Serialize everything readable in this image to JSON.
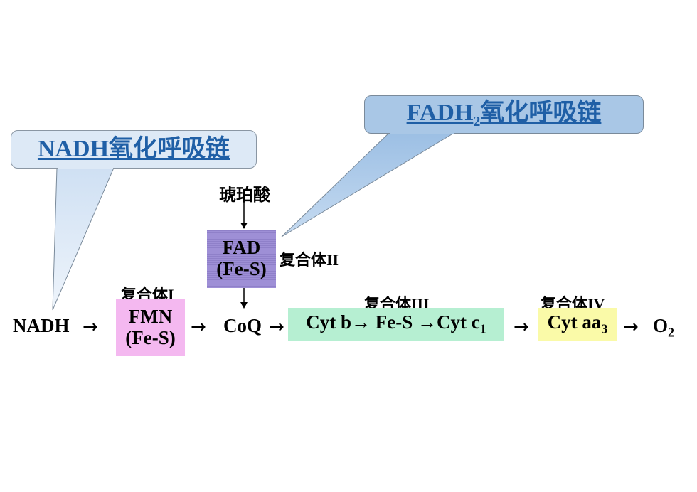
{
  "callouts": {
    "nadh": {
      "prefix": "NADH",
      "text": "氧化呼吸链",
      "color": "#1f5fa6",
      "fill": "#dde9f6"
    },
    "fadh2": {
      "prefix": "FADH",
      "sub": "2",
      "text": "氧化呼吸链",
      "color": "#1f5fa6",
      "fill": "#a9c7e6"
    }
  },
  "succinate": "琥珀酸",
  "complexes": {
    "c1": {
      "label": "复合体I",
      "line1": "FMN",
      "line2": "(Fe-S)",
      "color": "#f4b8f0"
    },
    "c2": {
      "label": "复合体II",
      "line1": "FAD",
      "line2": "(Fe-S)",
      "color": "#9e8fd6"
    },
    "c3": {
      "label": "复合体III",
      "content_a": "Cyt b→ Fe-S →Cyt c",
      "content_sub": "1",
      "color": "#b6efd2"
    },
    "c4": {
      "label": "复合体IV",
      "content": "Cyt aa",
      "content_sub": "3",
      "color": "#fafaa8"
    }
  },
  "chain": {
    "nadh": "NADH",
    "coq": "CoQ",
    "o2": "O",
    "o2_sub": "2",
    "arrow": "→"
  }
}
